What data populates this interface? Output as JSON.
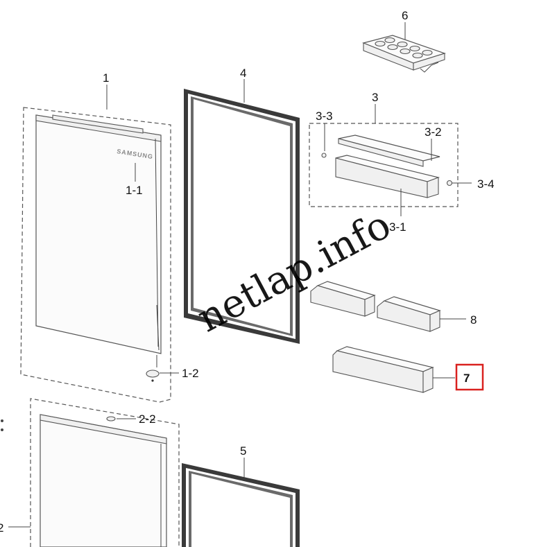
{
  "callouts": {
    "c1": "1",
    "c1_1": "1-1",
    "c1_2": "1-2",
    "c2": "2",
    "c2_2": "2-2",
    "c3": "3",
    "c3_1": "3-1",
    "c3_2": "3-2",
    "c3_3": "3-3",
    "c3_4": "3-4",
    "c4": "4",
    "c5": "5",
    "c6": "6",
    "c7": "7",
    "c8": "8"
  },
  "door_brand": "SAMSUNG",
  "watermark": "netlap.info",
  "selected_part": "7",
  "colors": {
    "highlight": "#d9211f",
    "line": "#555555",
    "gasket": "#3a3a3a"
  }
}
